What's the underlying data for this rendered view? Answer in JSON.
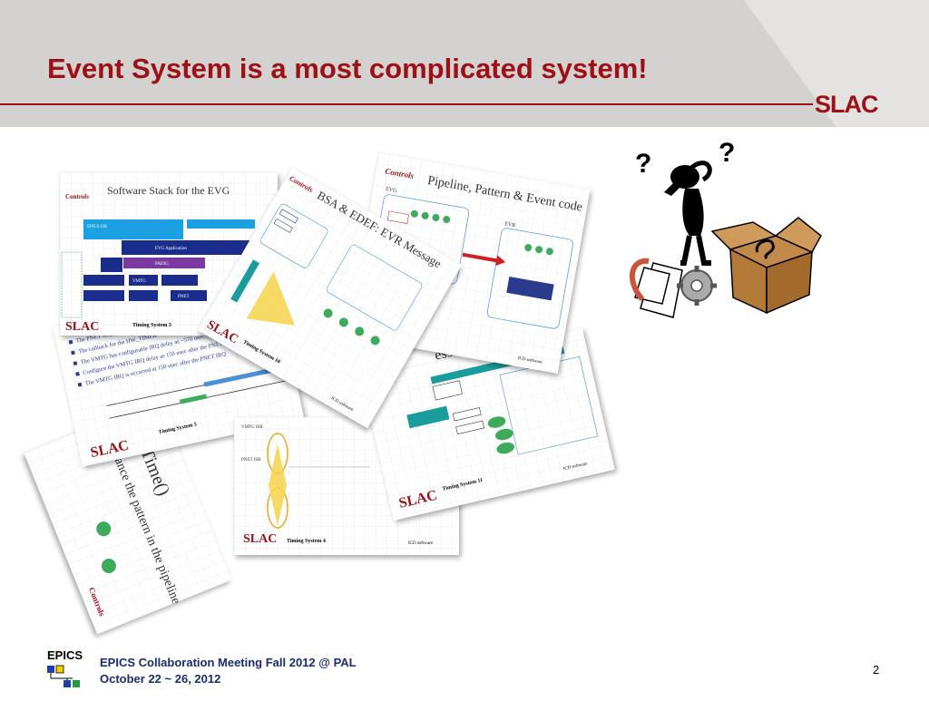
{
  "slide": {
    "title": "Event System is a most complicated system!",
    "logo_text": "SLAC",
    "page_number": "2"
  },
  "footer": {
    "org": "EPICS",
    "line1": "EPICS Collaboration Meeting Fall 2012 @ PAL",
    "line2": "October 22 ~ 26, 2012"
  },
  "thumbnails": {
    "controls": "Controls",
    "slac": "SLAC",
    "icd": "ICD software",
    "evg_stack_title": "Software Stack for the EVG",
    "evg_stack_num": "Timing System 3",
    "bsa_title": "BSA & EDEF: EVR Message",
    "bsa_num": "Timing System 10",
    "pipeline_title": "Pipeline, Pattern & Event code",
    "pipeline_evg": "EVG",
    "pipeline_evr": "EVR",
    "processing_title": "essing I",
    "processing_num": "Timing System 11",
    "irq_num": "Timing System 5",
    "irq_bullets": [
      "The PNET IRQ is the",
      "The callback for the HW_TIMER",
      "The VMTG has configurable IRQ delay as ~570 usec",
      "Configure the VMTG IRQ delay as 150 usec after the PNET IRQ",
      "The VMTG IRQ is occurred at 150 usec after the PNET IRQ"
    ],
    "isr_num": "Timing System 4",
    "isr_labels": [
      "VMTG ISR",
      "PNET ISR"
    ],
    "rotated_text": "evrTime()",
    "rotated_text2": "Advance the pattern in the pipeline",
    "evg_labels": [
      "EPICS DB",
      "EVG Application",
      "PADIG",
      "VMTG",
      "PNET"
    ]
  },
  "colors": {
    "title": "#9c1016",
    "header_bg": "#d3d2d0",
    "footer_text": "#1a2d6b"
  }
}
